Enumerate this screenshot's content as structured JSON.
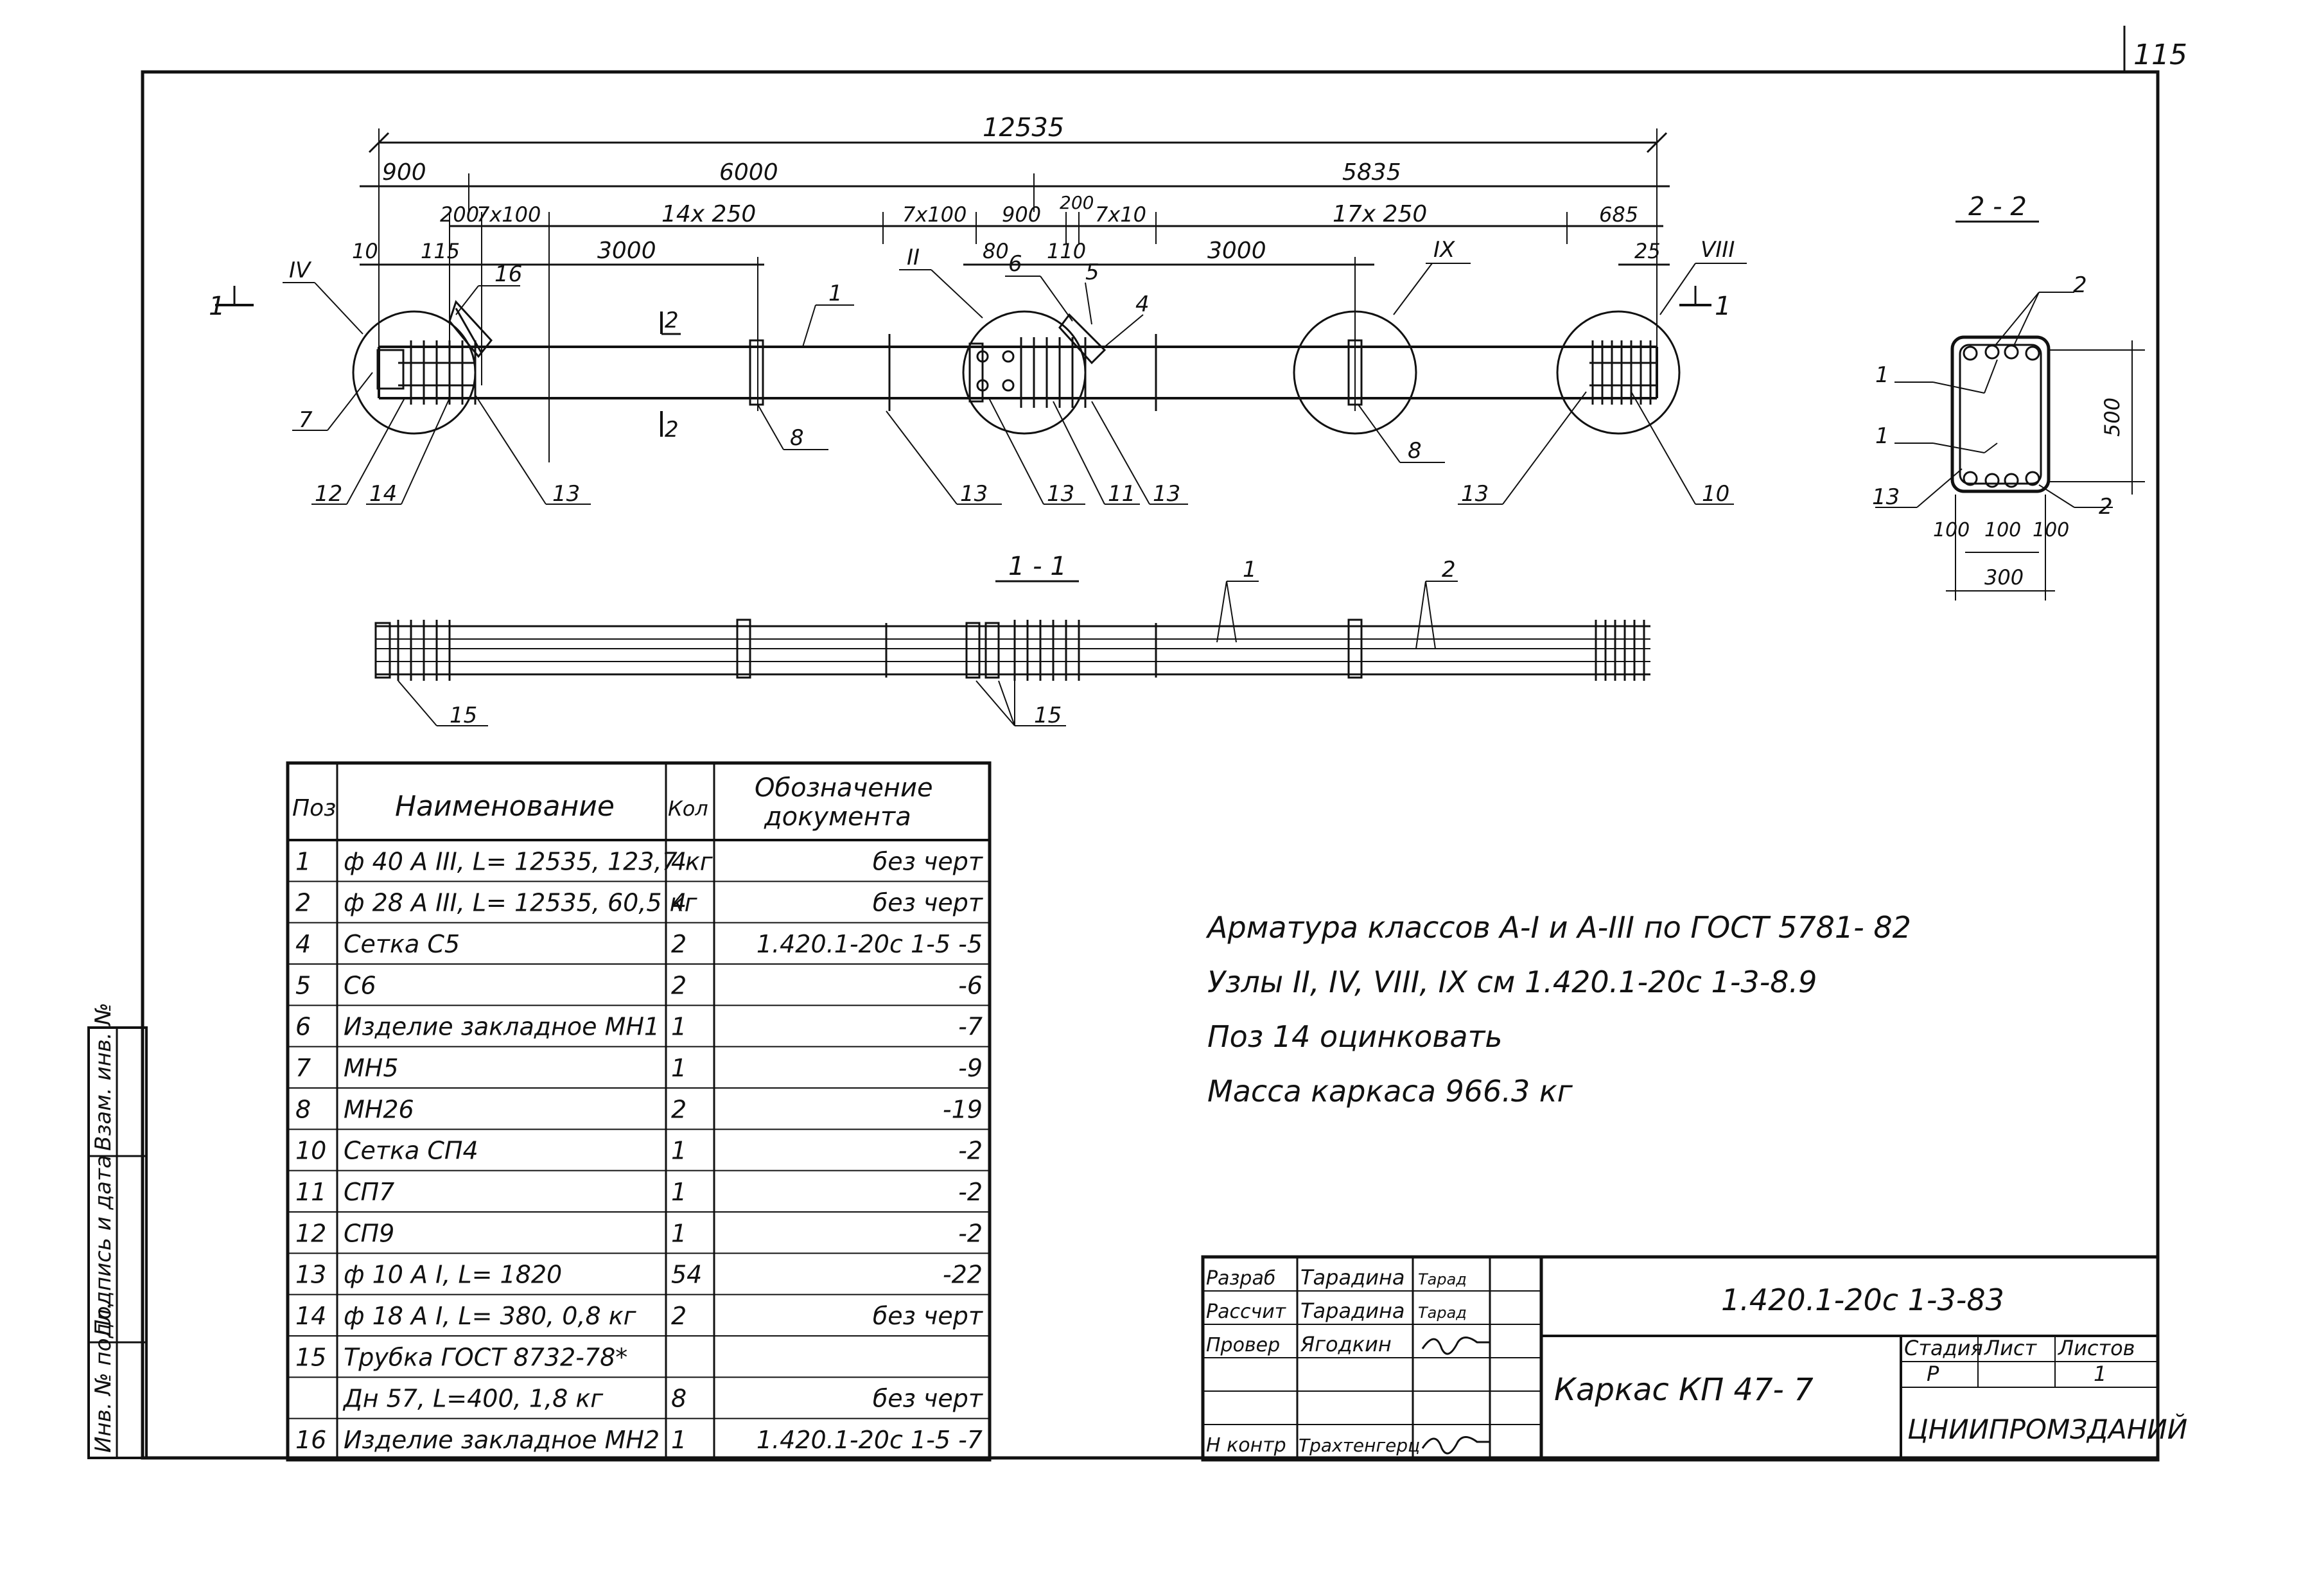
{
  "sheet_number": "115",
  "dimensions": {
    "total": "12535",
    "d900": "900",
    "d6000": "6000",
    "d5835": "5835",
    "d200a": "200",
    "d7x100a": "7x100",
    "d14x250": "14x 250",
    "d7x100b": "7x100",
    "d900b": "900",
    "d200b": "200",
    "d7x100c": "7x10",
    "d17x250": "17x 250",
    "d685": "685",
    "d10": "10",
    "d115": "115",
    "d3000a": "3000",
    "d80": "80",
    "d110": "110",
    "d3000b": "3000",
    "d25": "25"
  },
  "callouts": {
    "IV": "IV",
    "II": "II",
    "IX": "IX",
    "VIII": "VIII",
    "p16": "16",
    "p6": "6",
    "p5": "5",
    "p4": "4",
    "p1a": "1",
    "p7": "7",
    "p8a": "8",
    "p8b": "8",
    "p12": "12",
    "p14": "14",
    "p13a": "13",
    "p13b": "13",
    "p13c": "13",
    "p11": "11",
    "p13d": "13",
    "p13e": "13",
    "p10": "10",
    "sec_mark_left": "1",
    "sec_mark_right": "1",
    "sec2_top": "2",
    "sec2_bottom": "2"
  },
  "section_1_1": {
    "title": "1 - 1",
    "p1": "1",
    "p2": "2",
    "p15a": "15",
    "p15b": "15"
  },
  "section_2_2": {
    "title": "2 - 2",
    "p2a": "2",
    "p1a": "1",
    "p1b": "1",
    "p13": "13",
    "p2b": "2",
    "d500": "500",
    "d100a": "100",
    "d100b": "100",
    "d100c": "100",
    "d300": "300"
  },
  "spec_table": {
    "headers": {
      "pos": "Поз",
      "name": "Наименование",
      "qty": "Кол",
      "doc_line1": "Обозначение",
      "doc_line2": "документа"
    },
    "rows": [
      {
        "pos": "1",
        "name": "ф 40 A III, L= 12535, 123,7 кг",
        "qty": "4",
        "doc": "без черт"
      },
      {
        "pos": "2",
        "name": "ф 28 A III, L= 12535, 60,5 кг",
        "qty": "4",
        "doc": "без черт"
      },
      {
        "pos": "4",
        "name": "Сетка С5",
        "qty": "2",
        "doc": "1.420.1-20с 1-5 -5"
      },
      {
        "pos": "5",
        "name": "С6",
        "qty": "2",
        "doc": "-6"
      },
      {
        "pos": "6",
        "name": "Изделие закладное МН1",
        "qty": "1",
        "doc": "-7"
      },
      {
        "pos": "7",
        "name": "МН5",
        "qty": "1",
        "doc": "-9"
      },
      {
        "pos": "8",
        "name": "МН26",
        "qty": "2",
        "doc": "-19"
      },
      {
        "pos": "10",
        "name": "Сетка СП4",
        "qty": "1",
        "doc": "-2"
      },
      {
        "pos": "11",
        "name": "СП7",
        "qty": "1",
        "doc": "-2"
      },
      {
        "pos": "12",
        "name": "СП9",
        "qty": "1",
        "doc": "-2"
      },
      {
        "pos": "13",
        "name": "ф 10 A I, L= 1820",
        "qty": "54",
        "doc": "-22"
      },
      {
        "pos": "14",
        "name": "ф 18 A I, L= 380, 0,8 кг",
        "qty": "2",
        "doc": "без черт"
      },
      {
        "pos": "15",
        "name": "Трубка ГОСТ 8732-78*",
        "qty": "",
        "doc": ""
      },
      {
        "pos": "",
        "name": "Дн 57, L=400, 1,8 кг",
        "qty": "8",
        "doc": "без черт"
      },
      {
        "pos": "16",
        "name": "Изделие закладное МН2",
        "qty": "1",
        "doc": "1.420.1-20с 1-5 -7"
      }
    ]
  },
  "notes": [
    "Арматура классов А-I и А-III по ГОСТ 5781- 82",
    "Узлы II, IV, VIII, IX см 1.420.1-20с 1-3-8.9",
    "Поз 14 оцинковать",
    "Масса каркаса 966.3 кг"
  ],
  "side_stamp": [
    "Инв. № подл.",
    "Подпись и дата",
    "Взам. инв. №"
  ],
  "title_block": {
    "roles": [
      "Разраб",
      "Рассчит",
      "Провер",
      "",
      "",
      "Н контр"
    ],
    "names": [
      "Тарадина",
      "Тарадина",
      "Ягодкин",
      "",
      "",
      "Трахтенгерц"
    ],
    "signatures": [
      "Тарад",
      "Тарад",
      "",
      "",
      "",
      ""
    ],
    "doc_code": "1.420.1-20с 1-3-83",
    "title": "Каркас КП 47- 7",
    "stage_label": "Стадия",
    "sheet_label": "Лист",
    "sheets_label": "Листов",
    "stage": "Р",
    "sheets": "1",
    "org": "ЦНИИПРОМЗДАНИЙ"
  }
}
